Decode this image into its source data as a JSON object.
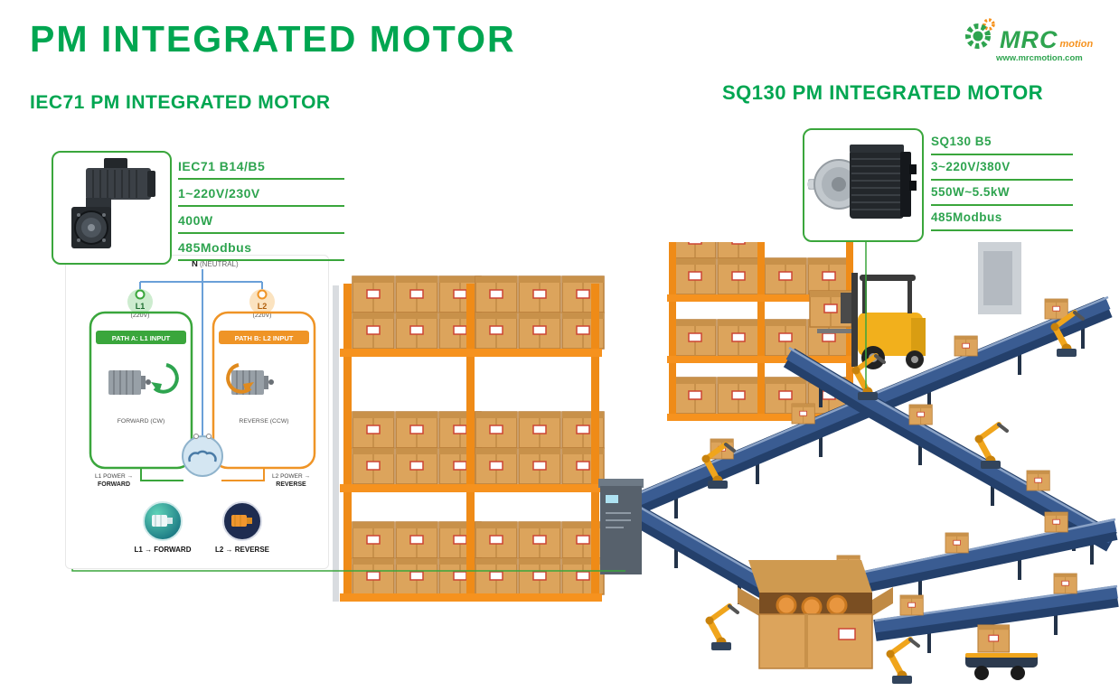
{
  "page": {
    "title": "PM INTEGRATED MOTOR"
  },
  "logo": {
    "brand": "MRC",
    "suffix": "motion",
    "url": "www.mrcmotion.com"
  },
  "products": {
    "iec71": {
      "heading": "IEC71 PM INTEGRATED MOTOR",
      "specs": [
        "IEC71 B14/B5",
        "1~220V/230V",
        "400W",
        "485Modbus"
      ]
    },
    "sq130": {
      "heading": "SQ130 PM INTEGRATED MOTOR",
      "specs": [
        "SQ130  B5",
        "3~220V/380V",
        "550W~5.5kW",
        "485Modbus"
      ]
    }
  },
  "wiring": {
    "neutral_bold": "N",
    "neutral_rest": "(NEUTRAL)",
    "l1": "L1",
    "l1_v": "(220V)",
    "l2": "L2",
    "l2_v": "(220V)",
    "path_a": "PATH A: L1 INPUT",
    "path_b": "PATH B: L2 INPUT",
    "forward": "FORWARD (CW)",
    "reverse": "REVERSE (CCW)",
    "l1_power": "L1 POWER →",
    "l1_result": "FORWARD",
    "l2_power": "L2 POWER →",
    "l2_result": "REVERSE",
    "legend_forward": "L1 → FORWARD",
    "legend_reverse": "L2 → REVERSE"
  },
  "colors": {
    "accent_green": "#00a651",
    "accent_orange": "#f6921e",
    "conveyor_blue": "#24406b",
    "carton_brown": "#dca45c"
  }
}
